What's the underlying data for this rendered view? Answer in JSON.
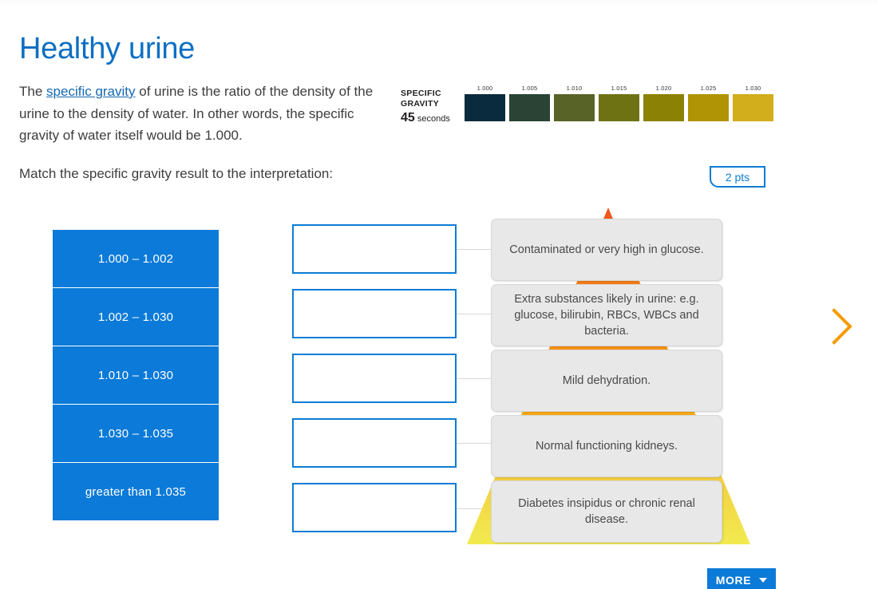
{
  "page": {
    "title": "Healthy urine",
    "intro": {
      "before": "The ",
      "link": "specific gravity",
      "after": " of urine is the ratio of the density of the urine to the density of water. In other words, the specific gravity of water itself would be 1.000."
    },
    "prompt": "Match the specific gravity result to the interpretation:",
    "points_badge": "2 pts"
  },
  "strip": {
    "label_line1": "SPECIFIC",
    "label_line2": "GRAVITY",
    "time_value": "45",
    "time_unit": "seconds",
    "swatches": [
      {
        "value": "1.000",
        "color": "#0a2b3d"
      },
      {
        "value": "1.005",
        "color": "#2a4334"
      },
      {
        "value": "1.010",
        "color": "#586327"
      },
      {
        "value": "1.015",
        "color": "#6e7213"
      },
      {
        "value": "1.020",
        "color": "#8b8205"
      },
      {
        "value": "1.025",
        "color": "#b09405"
      },
      {
        "value": "1.030",
        "color": "#d2ad1c"
      }
    ]
  },
  "options": [
    {
      "label": "1.000 – 1.002"
    },
    {
      "label": "1.002 – 1.030"
    },
    {
      "label": "1.010 – 1.030"
    },
    {
      "label": "1.030 – 1.035"
    },
    {
      "label": "greater than 1.035"
    }
  ],
  "drop_zones": [
    {
      "value": ""
    },
    {
      "value": ""
    },
    {
      "value": ""
    },
    {
      "value": ""
    },
    {
      "value": ""
    }
  ],
  "pyramid": {
    "tiers": [
      {
        "text": "Contaminated or very high in glucose."
      },
      {
        "text": "Extra substances likely in urine: e.g. glucose, bilirubin, RBCs, WBCs and bacteria."
      },
      {
        "text": "Mild dehydration."
      },
      {
        "text": "Normal functioning kidneys."
      },
      {
        "text": "Diabetes insipidus or chronic renal disease."
      }
    ],
    "tip_color": "#f4511e",
    "wedge_top_color": "#f57c00",
    "wedge_bottom_color": "#f2ea50"
  },
  "footer": {
    "more_label": "MORE"
  },
  "colors": {
    "brand_blue": "#0b7ad8",
    "title_blue": "#0c6fc4",
    "accent_orange": "#f59a00",
    "tier_gray": "#e8e8e8"
  }
}
